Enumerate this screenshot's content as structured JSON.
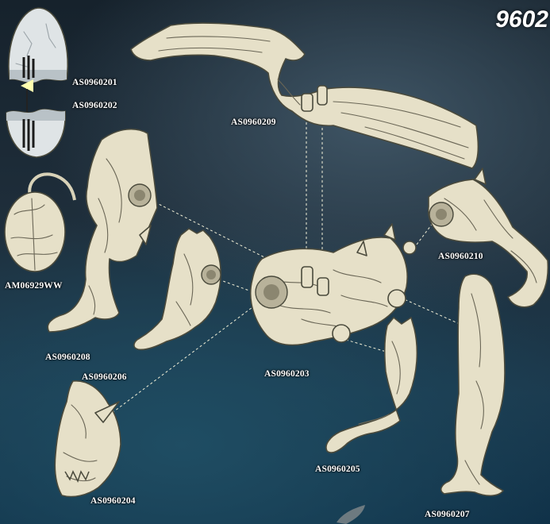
{
  "sheet_number": "9602",
  "parts": {
    "egg_top": "AS0960201",
    "egg_bottom": "AS0960202",
    "wing": "AS0960209",
    "sack": "AM06929WW",
    "rear_leg_left": "AS0960208",
    "front_leg_left": "AS0960206",
    "body": "AS0960203",
    "tail": "AS0960210",
    "head": "AS0960204",
    "front_leg_right": "AS0960205",
    "rear_leg_right": "AS0960207"
  },
  "colors": {
    "part_fill": "#e6e0c8",
    "part_outline": "#4a4a3c",
    "label_text": "#ffffff",
    "assembly_arrow": "#ffffb0"
  }
}
